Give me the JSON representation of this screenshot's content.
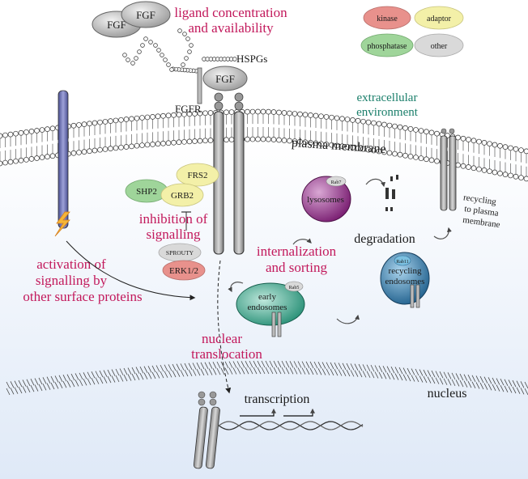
{
  "labels": {
    "ligand_line1": "ligand concentration",
    "ligand_line2": "and availability",
    "hspgs": "HSPGs",
    "fgfr": "FGFR",
    "extracellular_line1": "extracellular",
    "extracellular_line2": "environment",
    "plasma_membrane": "plasma membrane",
    "inhibition_line1": "inhibition of",
    "inhibition_line2": "signalling",
    "activation_line1": "activation of",
    "activation_line2": "signalling by",
    "activation_line3": "other surface proteins",
    "internalization_line1": "internalization",
    "internalization_line2": "and sorting",
    "degradation": "degradation",
    "recycling_line1": "recycling",
    "recycling_line2": "to plasma",
    "recycling_line3": "membrane",
    "nuclear_line1": "nuclear",
    "nuclear_line2": "translocation",
    "transcription": "transcription",
    "nucleus": "nucleus",
    "lysosomes": "lysosomes",
    "early_endosomes_line1": "early",
    "early_endosomes_line2": "endosomes",
    "recycling_endosomes_line1": "recycling",
    "recycling_endosomes_line2": "endosomes"
  },
  "ligands": {
    "fgf_a": "FGF",
    "fgf_b": "FGF",
    "fgf_bound": "FGF"
  },
  "proteins": {
    "frs2": "FRS2",
    "shp2": "SHP2",
    "grb2": "GRB2",
    "sprouty": "SPROUTY",
    "erk": "ERK1/2",
    "rab7": "Rab7",
    "rab5": "Rab5",
    "rab11": "Rab11"
  },
  "legend": {
    "kinase": "kinase",
    "adaptor": "adaptor",
    "phosphatase": "phosphatase",
    "other": "other"
  },
  "colors": {
    "label_crimson": "#c2185b",
    "label_teal": "#1b7f6b",
    "kinase": "#e8918c",
    "adaptor": "#f3f0a8",
    "phosphatase": "#9fd59a",
    "other": "#d9d9d9",
    "lysosome": "#8e2f86",
    "early_endosome": "#2f9c84",
    "recycling_endosome": "#2a6f9a",
    "receptor_bar": "#6b6fb5"
  }
}
